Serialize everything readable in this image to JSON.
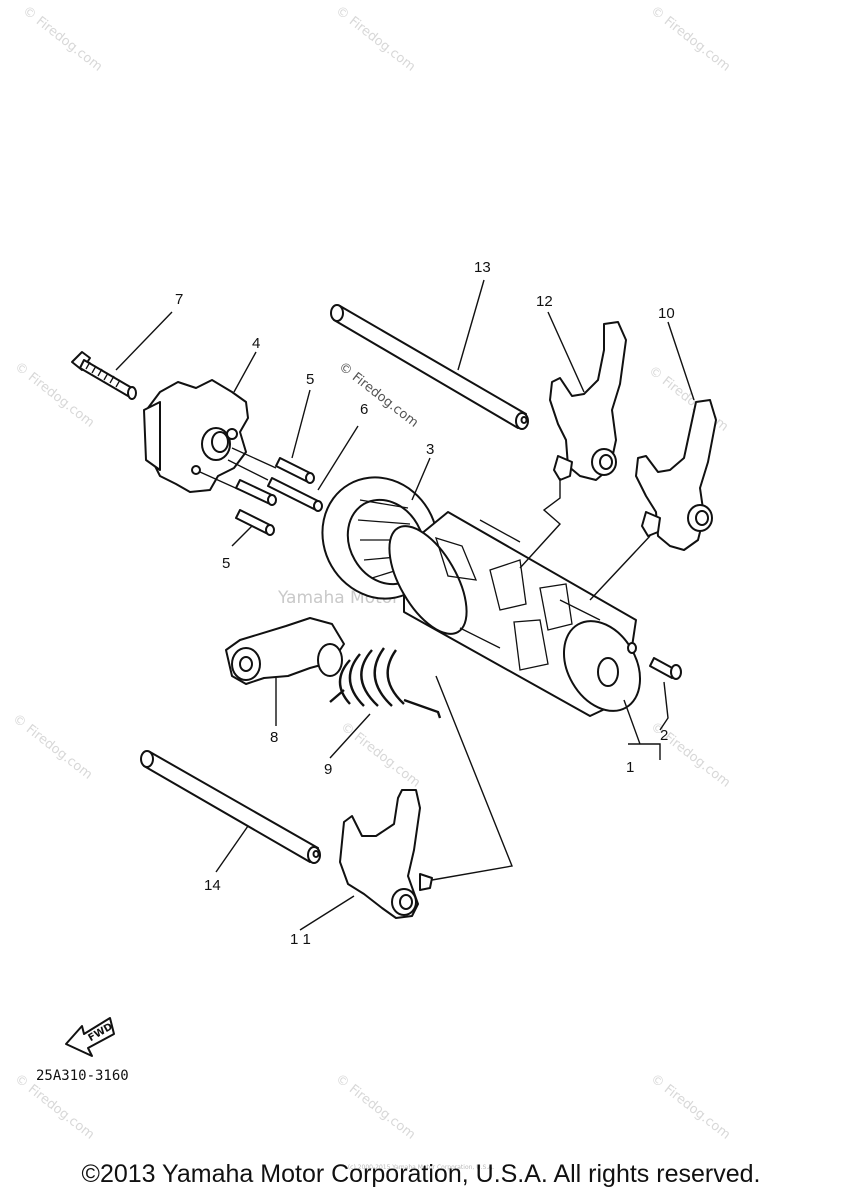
{
  "watermark": {
    "text": "© Firedog.com",
    "center_text": "Yamaha Motor Corp. U.S.A."
  },
  "callouts": {
    "c1": "1",
    "c2": "2",
    "c3": "3",
    "c4": "4",
    "c5a": "5",
    "c5b": "5",
    "c6": "6",
    "c7": "7",
    "c8": "8",
    "c9": "9",
    "c10": "10",
    "c11": "1 1",
    "c12": "12",
    "c13": "13",
    "c14": "14"
  },
  "fwd_label": "FWD",
  "part_code": "25A310-3160",
  "tiny_credit": "(c) 2000-2015 Yamaha Motor Corporation, U.S.A.",
  "copyright": "©2013 Yamaha Motor Corporation, U.S.A. All rights reserved."
}
